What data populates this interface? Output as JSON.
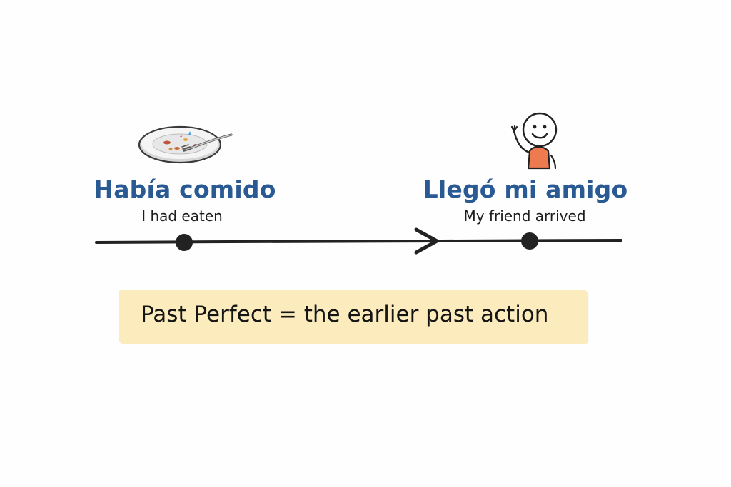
{
  "colors": {
    "accent_blue": "#2a5a94",
    "line": "#222222",
    "highlight": "#fcecbd",
    "plate_rim": "#f3f3f3",
    "shirt": "#ee7b4f"
  },
  "events": [
    {
      "spanish": "Había comido",
      "english": "I had eaten",
      "icon": "plate-with-fork-icon"
    },
    {
      "spanish": "Llegó mi amigo",
      "english": "My friend arrived",
      "icon": "waving-friend-icon"
    }
  ],
  "timeline": {
    "direction_icon": "arrow-right-icon"
  },
  "summary": {
    "text": "Past Perfect = the earlier past action"
  }
}
